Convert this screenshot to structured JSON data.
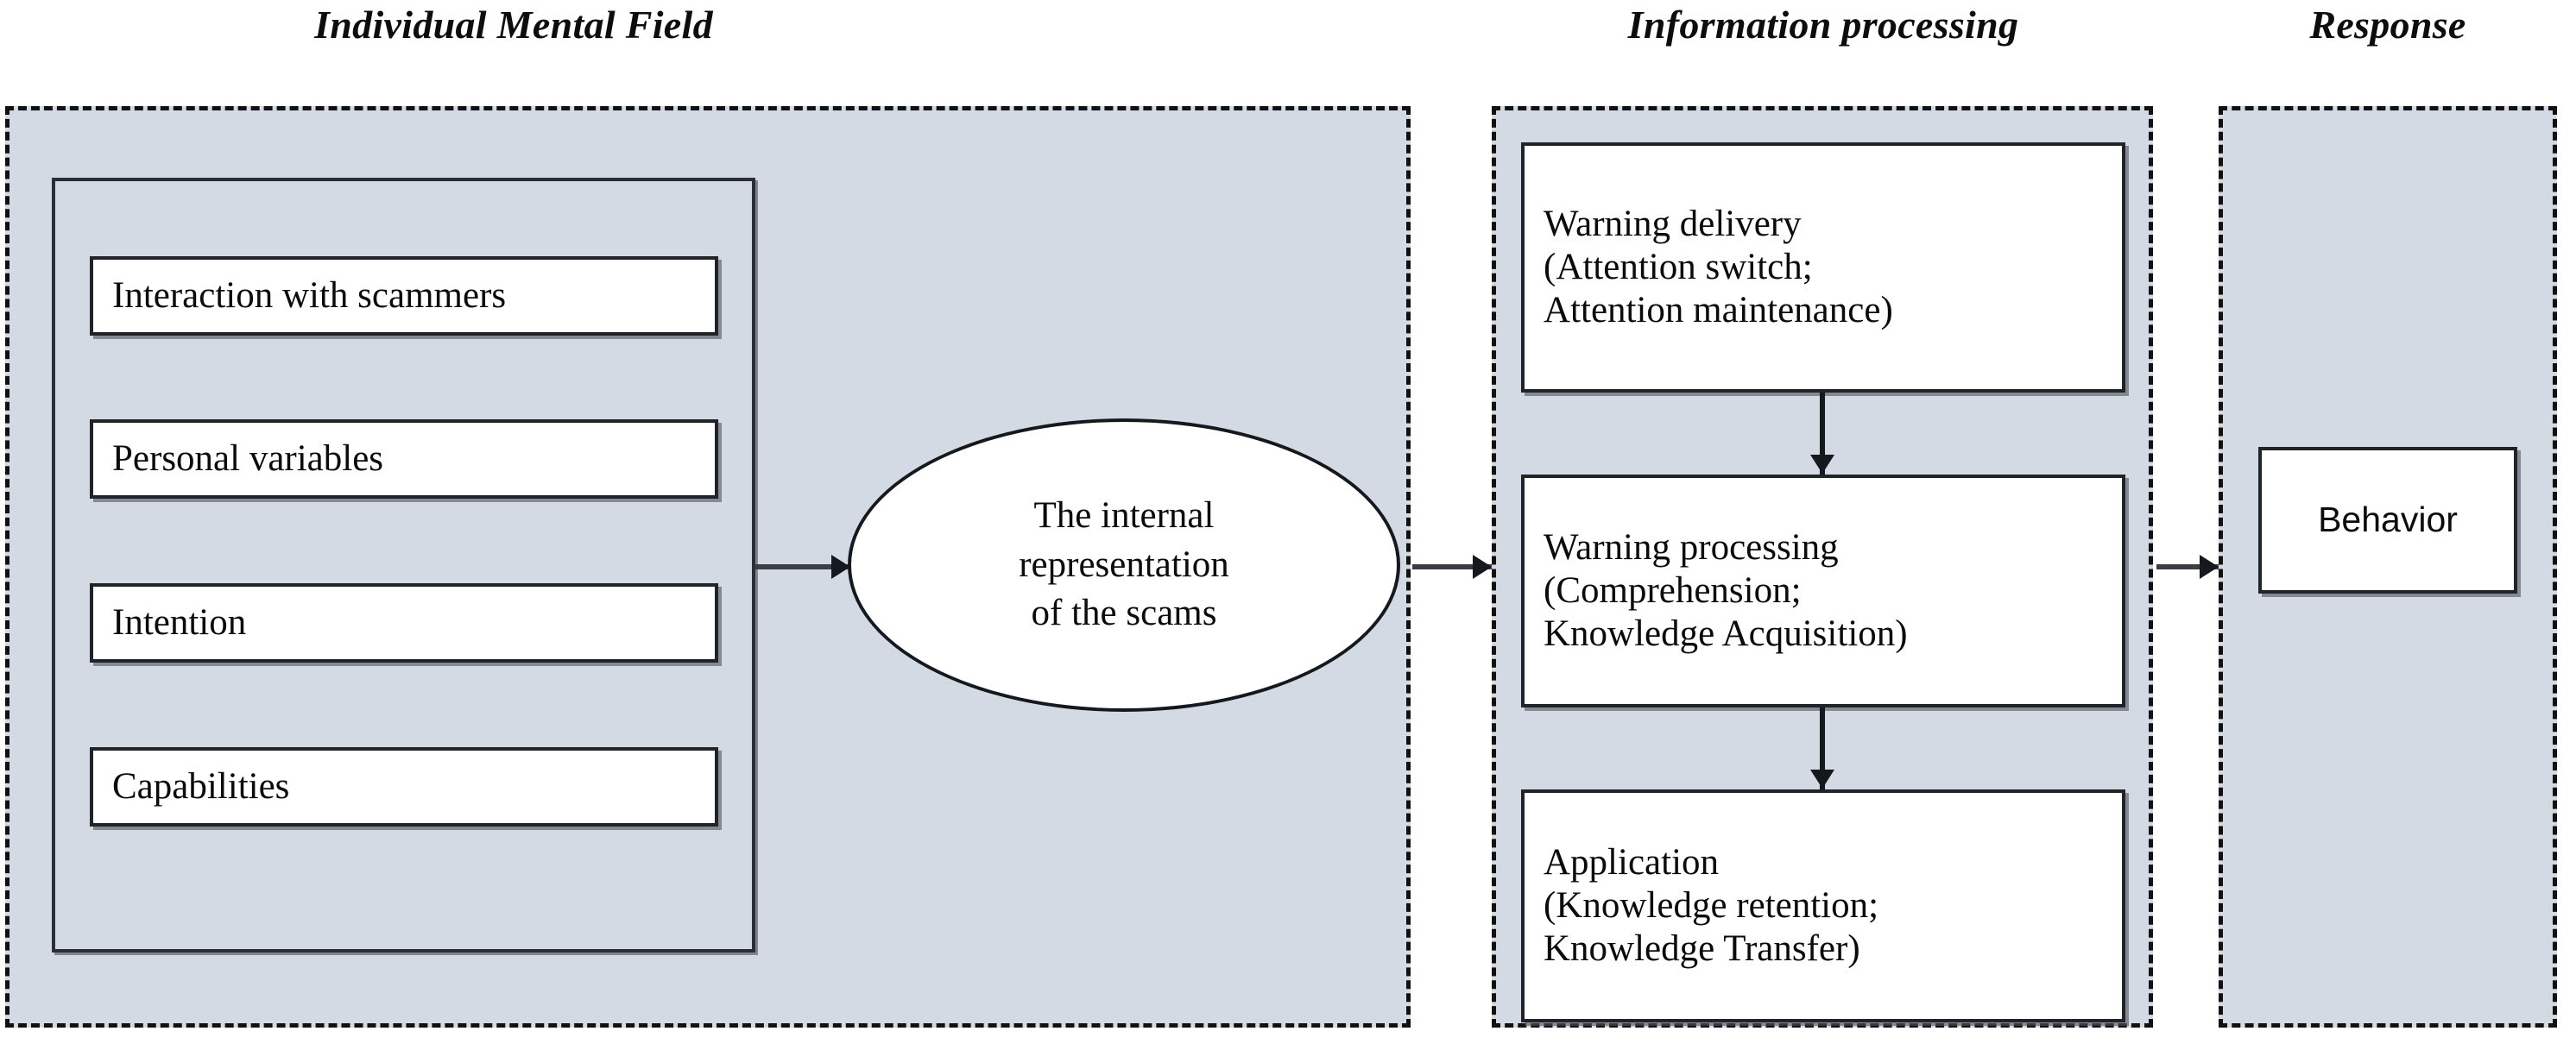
{
  "diagram": {
    "title_individual": "Individual Mental Field",
    "title_information": "Information processing",
    "title_response": "Response",
    "individual_mental_field": {
      "items": [
        {
          "label": "Interaction with scammers"
        },
        {
          "label": "Personal variables"
        },
        {
          "label": "Intention"
        },
        {
          "label": "Capabilities"
        }
      ],
      "ellipse": "The internal\nrepresentation\nof the scams"
    },
    "information_processing": {
      "steps": [
        {
          "label": "Warning delivery\n(Attention switch;\nAttention maintenance)"
        },
        {
          "label": "Warning processing\n(Comprehension;\nKnowledge Acquisition)"
        },
        {
          "label": "Application\n(Knowledge retention;\nKnowledge Transfer)"
        }
      ]
    },
    "response": {
      "outcome": "Behavior"
    },
    "colors": {
      "panel_fill": "#d4dae4",
      "panel_border": "#111111",
      "box_fill": "#ffffff",
      "box_border": "#202429",
      "text": "#0b0b0b",
      "connector": "#15181c"
    }
  }
}
